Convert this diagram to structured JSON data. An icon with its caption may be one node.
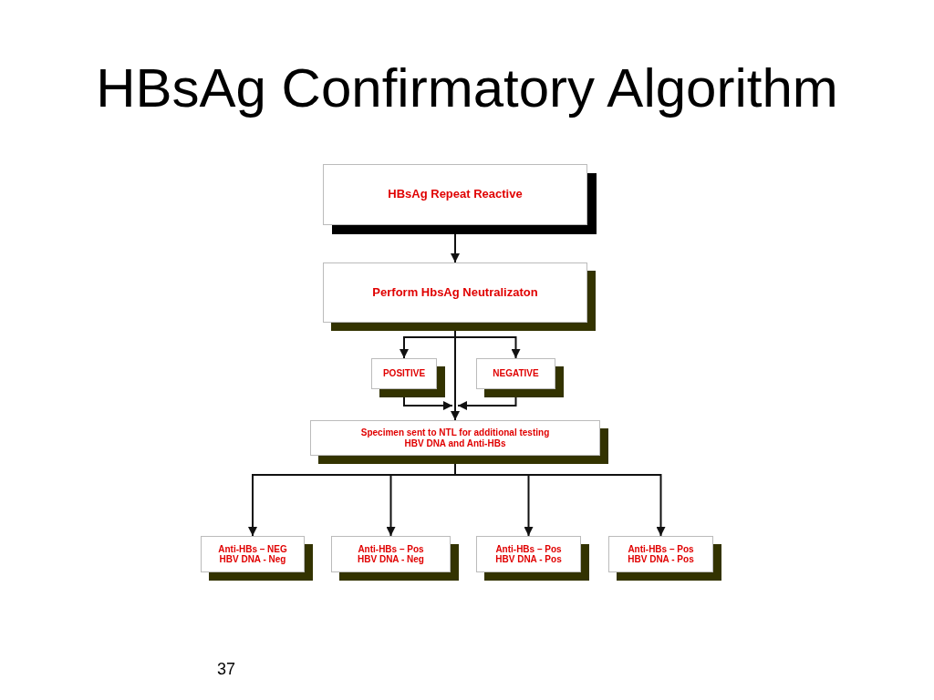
{
  "diagram": {
    "title": "HBsAg Confirmatory Algorithm",
    "nodes": [
      {
        "text": [
          "HBsAg Repeat Reactive"
        ]
      },
      {
        "text": [
          "Perform HbsAg Neutralizaton"
        ]
      },
      {
        "text": [
          "POSITIVE"
        ]
      },
      {
        "text": [
          "NEGATIVE"
        ]
      },
      {
        "text": [
          "Specimen sent to NTL for additional testing",
          "HBV DNA and Anti-HBs"
        ]
      },
      {
        "text": [
          "Anti-HBs – NEG",
          "HBV DNA - Neg"
        ]
      },
      {
        "text": [
          "Anti-HBs – Pos",
          "HBV DNA - Neg"
        ]
      },
      {
        "text": [
          "Anti-HBs – Pos",
          "HBV DNA - Pos"
        ]
      },
      {
        "text": [
          "Anti-HBs – Pos",
          "HBV DNA - Pos"
        ]
      }
    ],
    "edges": [
      {
        "from": 0,
        "to": 1,
        "arrow": "to"
      },
      {
        "from": 1,
        "to": 2,
        "arrow": "to"
      },
      {
        "from": 1,
        "to": 3,
        "arrow": "to"
      },
      {
        "from": 1,
        "to": 4,
        "arrow": "to"
      },
      {
        "from": 2,
        "to": 4,
        "arrow": "to"
      },
      {
        "from": 3,
        "to": 4,
        "arrow": "to"
      },
      {
        "from": 4,
        "to": 5,
        "arrow": "to"
      },
      {
        "from": 4,
        "to": 6,
        "arrow": "to"
      },
      {
        "from": 4,
        "to": 7,
        "arrow": "to"
      },
      {
        "from": 4,
        "to": 8,
        "arrow": "to"
      }
    ],
    "labels": [
      "37"
    ]
  }
}
